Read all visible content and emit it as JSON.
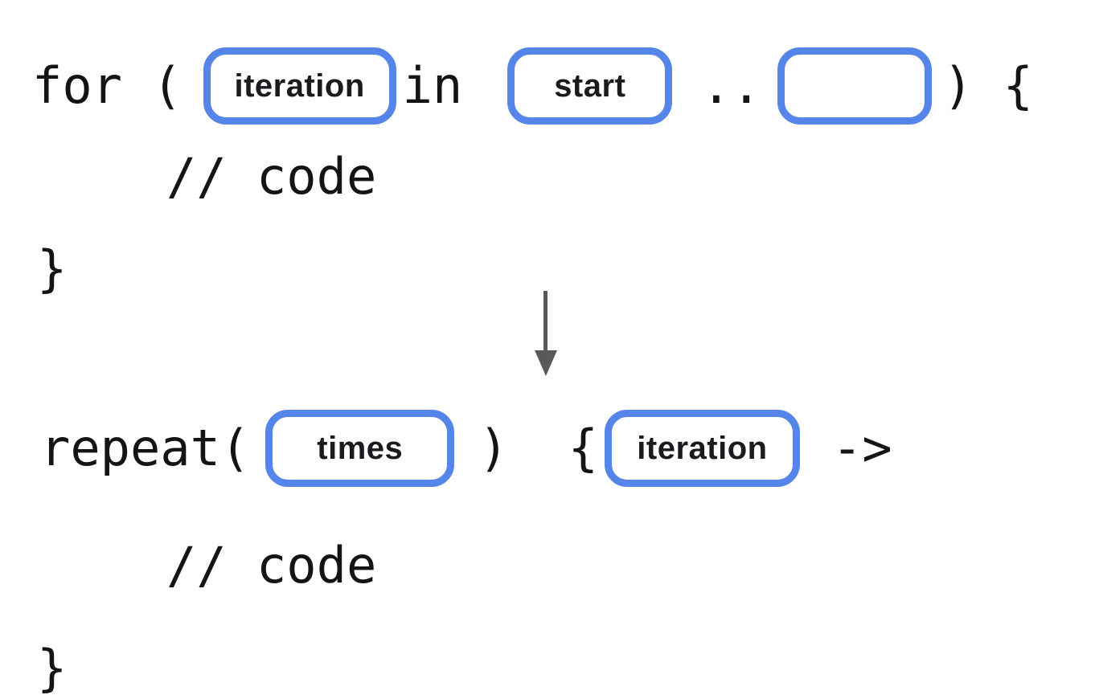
{
  "before": {
    "for_open": "for (",
    "iteration_label": "iteration",
    "in_keyword": "in",
    "start_label": "start",
    "range_operator": "..",
    "paren_brace_close": ") {",
    "comment": "// code",
    "closing_brace": "}"
  },
  "after": {
    "repeat_open": "repeat(",
    "times_label": "times",
    "paren_close": ")",
    "brace_open": "{",
    "iteration_label": "iteration",
    "lambda_arrow": "->",
    "comment": "// code",
    "closing_brace": "}"
  },
  "arrow_icon": "down-arrow",
  "colors": {
    "pill_border": "#5585E8",
    "code_text": "#141414",
    "arrow": "#58595B",
    "background": "#FFFFFF"
  }
}
